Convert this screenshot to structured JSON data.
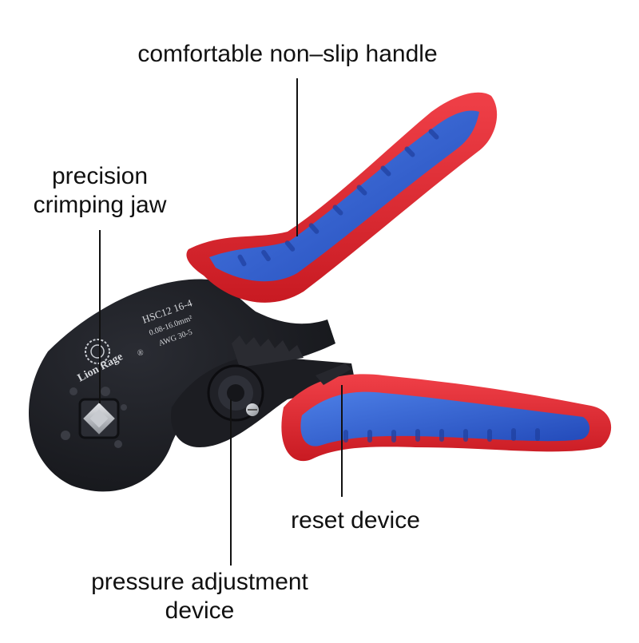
{
  "callouts": {
    "handle": "comfortable non–slip handle",
    "jaw_line1": "precision",
    "jaw_line2": "crimping jaw",
    "reset": "reset device",
    "pressure_line1": "pressure adjustment",
    "pressure_line2": "device"
  },
  "tool_markings": {
    "brand": "Lion Rage",
    "registered": "®",
    "model": "HSC12 16-4",
    "range": "0.08-16.0mm²",
    "awg": "AWG 30-5"
  },
  "colors": {
    "handle_red": "#e3232b",
    "handle_blue": "#2f5fd0",
    "body_black": "#1a1b1f",
    "steel": "#b9bcc2"
  }
}
